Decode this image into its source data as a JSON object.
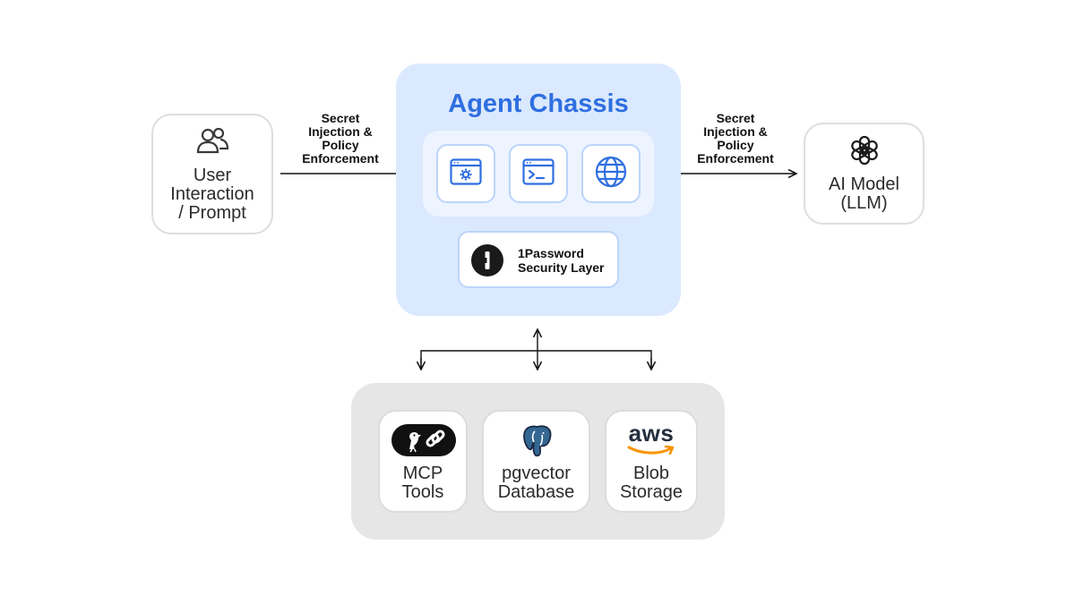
{
  "nodes": {
    "user": {
      "label": "User\nInteraction\n/ Prompt",
      "icon": "users-icon"
    },
    "model": {
      "label": "AI Model\n(LLM)",
      "icon": "openai-icon"
    }
  },
  "edges": {
    "left_label": "Secret\nInjection &\nPolicy\nEnforcement",
    "right_label": "Secret\nInjection &\nPolicy\nEnforcement"
  },
  "chassis": {
    "title": "Agent Chassis",
    "tools": [
      {
        "icon": "app-settings-window-icon"
      },
      {
        "icon": "terminal-window-icon"
      },
      {
        "icon": "globe-icon"
      }
    ],
    "security": {
      "label": "1Password\nSecurity Layer",
      "icon": "1password-icon"
    }
  },
  "storage": [
    {
      "label": "MCP\nTools",
      "icon": "mcp-tools-icon"
    },
    {
      "label": "pgvector\nDatabase",
      "icon": "postgresql-elephant-icon"
    },
    {
      "label": "Blob\nStorage",
      "icon": "aws-logo-icon",
      "logo_text": "aws"
    }
  ],
  "colors": {
    "accent": "#2f6fe0",
    "chassis_bg": "#dbe9fe",
    "tool_border": "#bcd4fb",
    "storage_bg": "#e6e6e7",
    "aws_orange": "#f79400"
  }
}
